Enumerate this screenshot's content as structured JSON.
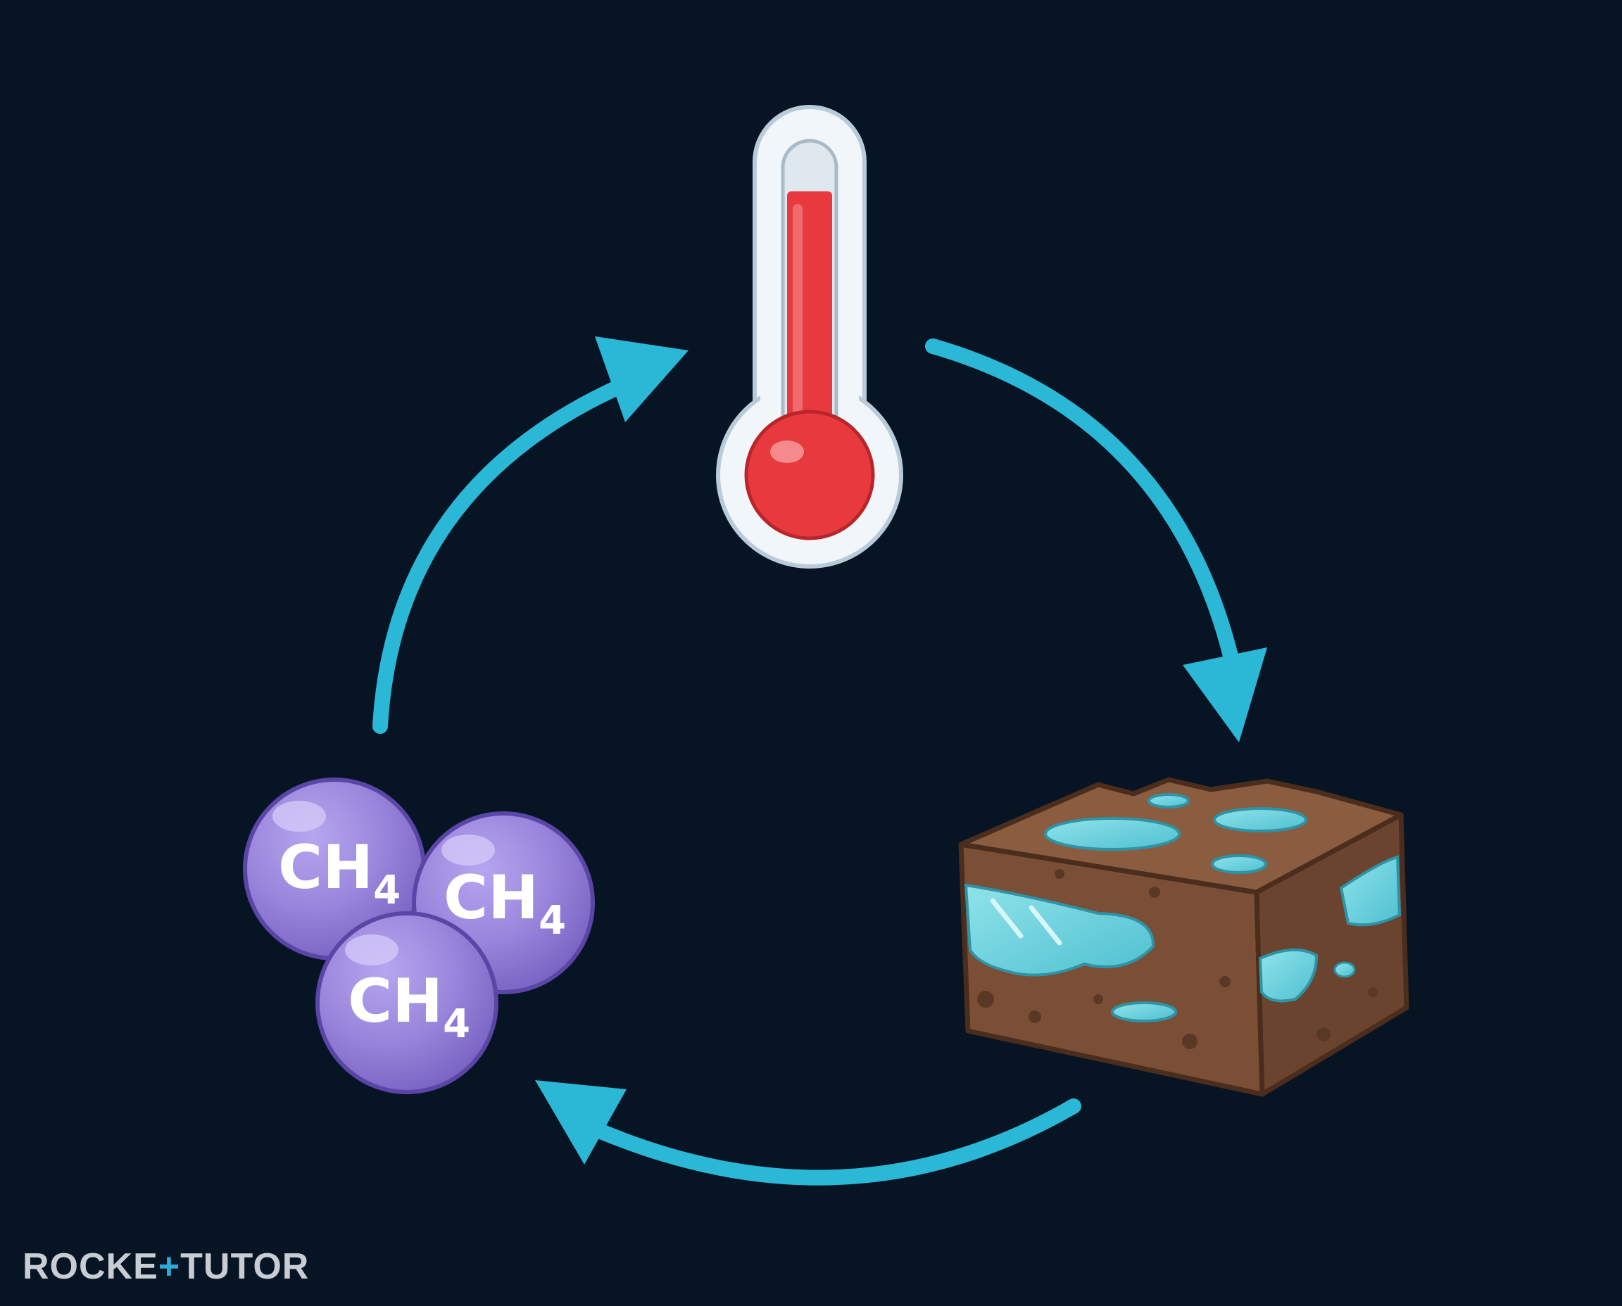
{
  "molecules": [
    {
      "formula": "CH",
      "subscript": "4"
    },
    {
      "formula": "CH",
      "subscript": "4"
    },
    {
      "formula": "CH",
      "subscript": "4"
    }
  ],
  "brand": {
    "part1": "ROCKE",
    "part2": "+",
    "part3": "TUTOR"
  },
  "colors": {
    "background": "#061423",
    "arrow": "#2ab8d6",
    "mercury": "#e83a3e",
    "molecule": "#9b86dc",
    "sediment": "#7a4f36",
    "hydrate": "#6fd4df"
  }
}
